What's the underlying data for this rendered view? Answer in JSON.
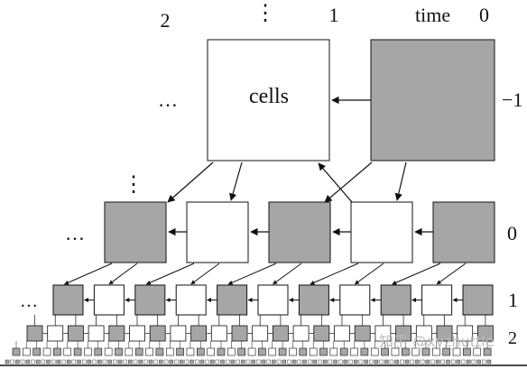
{
  "header_labels": {
    "time_label": "time",
    "time_0": "0",
    "time_1": "1",
    "time_2": "2"
  },
  "row_labels": {
    "row_minus1": "−1",
    "row_0": "0",
    "row_1": "1",
    "row_2": "2"
  },
  "big_cell_label": "cells",
  "ellipsis": "…",
  "vertical_ellipsis": "⋮",
  "watermark": "知乎 @xyzhuttle",
  "colors": {
    "gray_cell": "#a6a6a6",
    "white_cell": "#ffffff",
    "line": "#111111"
  }
}
